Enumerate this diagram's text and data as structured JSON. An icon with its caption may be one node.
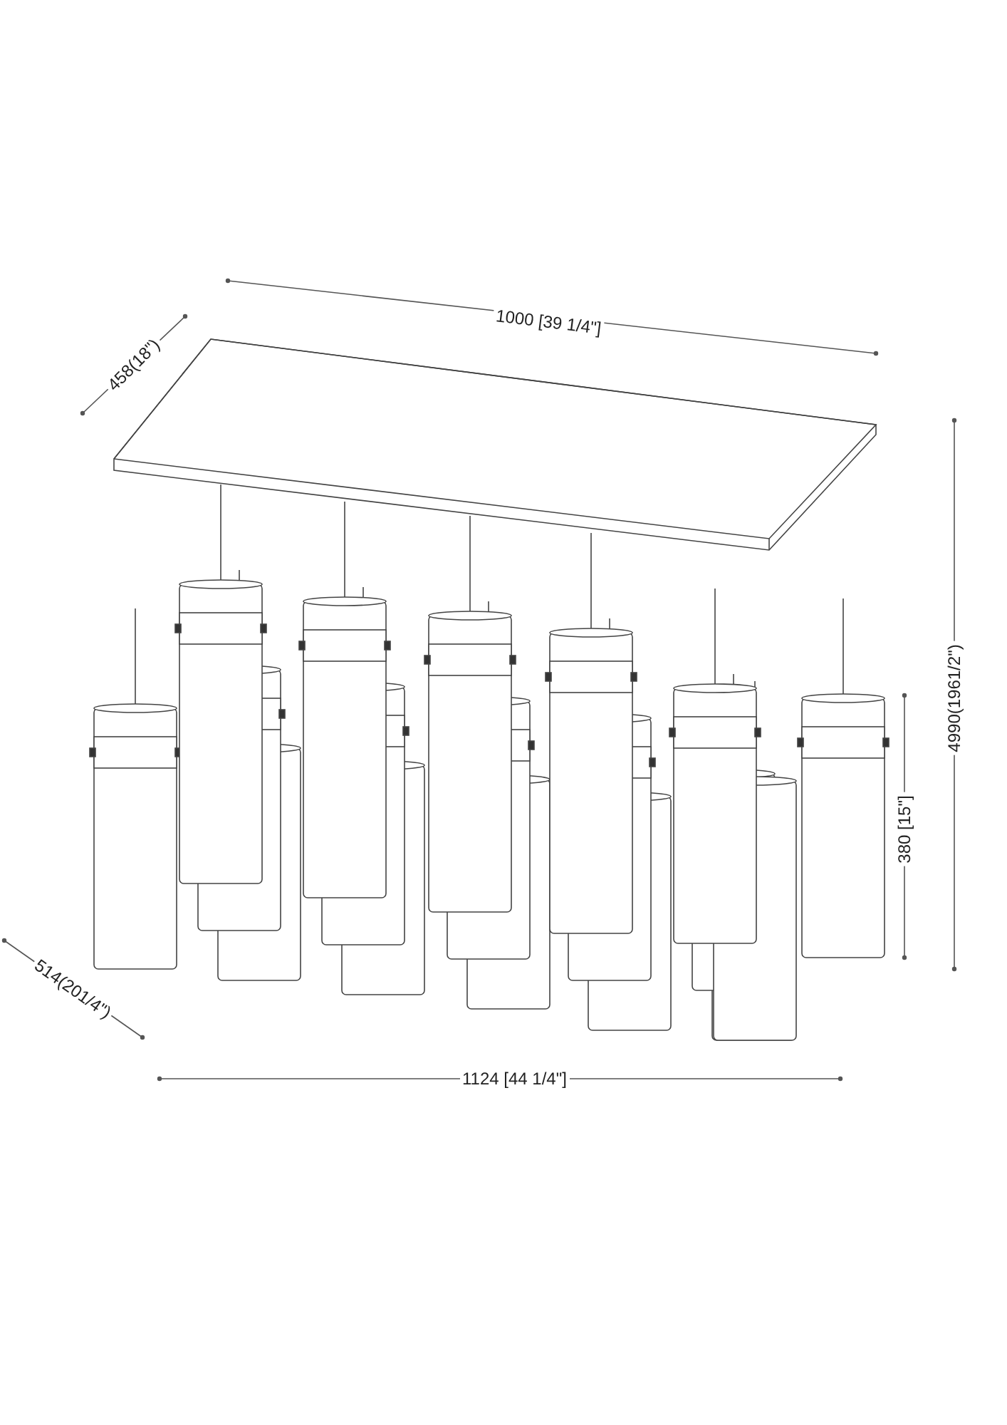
{
  "diagram": {
    "labels": [
      "1000 [39 1/4\"]",
      "458(18\")",
      "4990(1961/2\")",
      "380 [15\"]",
      "514(201/4\")",
      "1124 [44 1/4\"]"
    ]
  }
}
